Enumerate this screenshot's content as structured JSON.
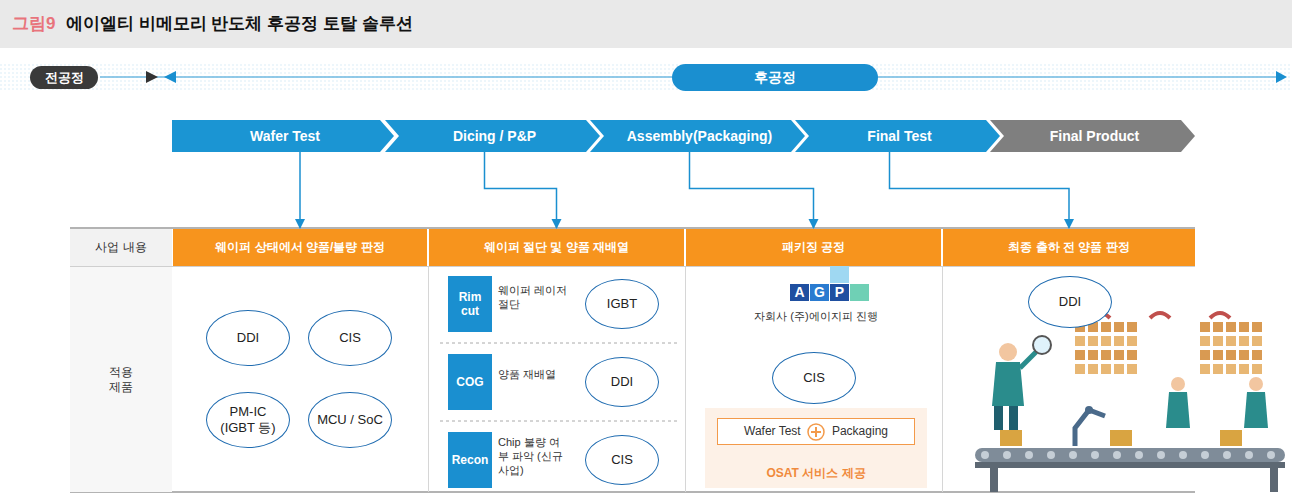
{
  "diagram": {
    "title": "에이엘티 비메모리 반도체 후공정 토탈 솔루션",
    "nodes": [
      {
        "text": [
          "전공정"
        ]
      },
      {
        "text": [
          "후공정"
        ]
      },
      {
        "text": [
          "Wafer Test"
        ]
      },
      {
        "text": [
          "Dicing / P&P"
        ]
      },
      {
        "text": [
          "Assembly(Packaging)"
        ]
      },
      {
        "text": [
          "Final Test"
        ]
      },
      {
        "text": [
          "Final Product"
        ]
      },
      {
        "text": [
          "사업 내용"
        ]
      },
      {
        "text": [
          "웨이퍼 상태에서 양품/불량 판정"
        ]
      },
      {
        "text": [
          "웨이퍼 절단 및 양품 재배열"
        ]
      },
      {
        "text": [
          "패키징 공정"
        ]
      },
      {
        "text": [
          "최종 출하 전 양품 판정"
        ]
      },
      {
        "text": [
          "적용 제품"
        ]
      },
      {
        "text": [
          "DDI"
        ]
      },
      {
        "text": [
          "CIS"
        ]
      },
      {
        "text": [
          "PM-IC (IGBT 등)"
        ]
      },
      {
        "text": [
          "MCU / SoC"
        ]
      },
      {
        "text": [
          "Rim cut"
        ]
      },
      {
        "text": [
          "IGBT"
        ]
      },
      {
        "text": [
          "COG"
        ]
      },
      {
        "text": [
          "DDI"
        ]
      },
      {
        "text": [
          "Recon"
        ]
      },
      {
        "text": [
          "CIS"
        ]
      },
      {
        "text": [
          "A"
        ]
      },
      {
        "text": [
          "G"
        ]
      },
      {
        "text": [
          "P"
        ]
      },
      {
        "text": [
          "CIS"
        ]
      },
      {
        "text": [
          "OSAT 서비스 제공"
        ]
      },
      {
        "text": [
          "Wafer Test",
          "Packaging"
        ],
        "in": 27
      },
      {
        "text": [
          "DDI"
        ]
      }
    ],
    "edges": [
      {
        "from": 2,
        "to": 8,
        "arrow": "to"
      },
      {
        "from": 3,
        "to": 9,
        "arrow": "to"
      },
      {
        "from": 4,
        "to": 10,
        "arrow": "to"
      },
      {
        "from": 5,
        "to": 11,
        "arrow": "to"
      }
    ],
    "labels": [
      "그림9",
      "웨이퍼 레이저 절단",
      "양품 재배열",
      "Chip 불량 여부 파악 (신규사업)",
      "자회사 (주)에이지피 진행"
    ]
  }
}
